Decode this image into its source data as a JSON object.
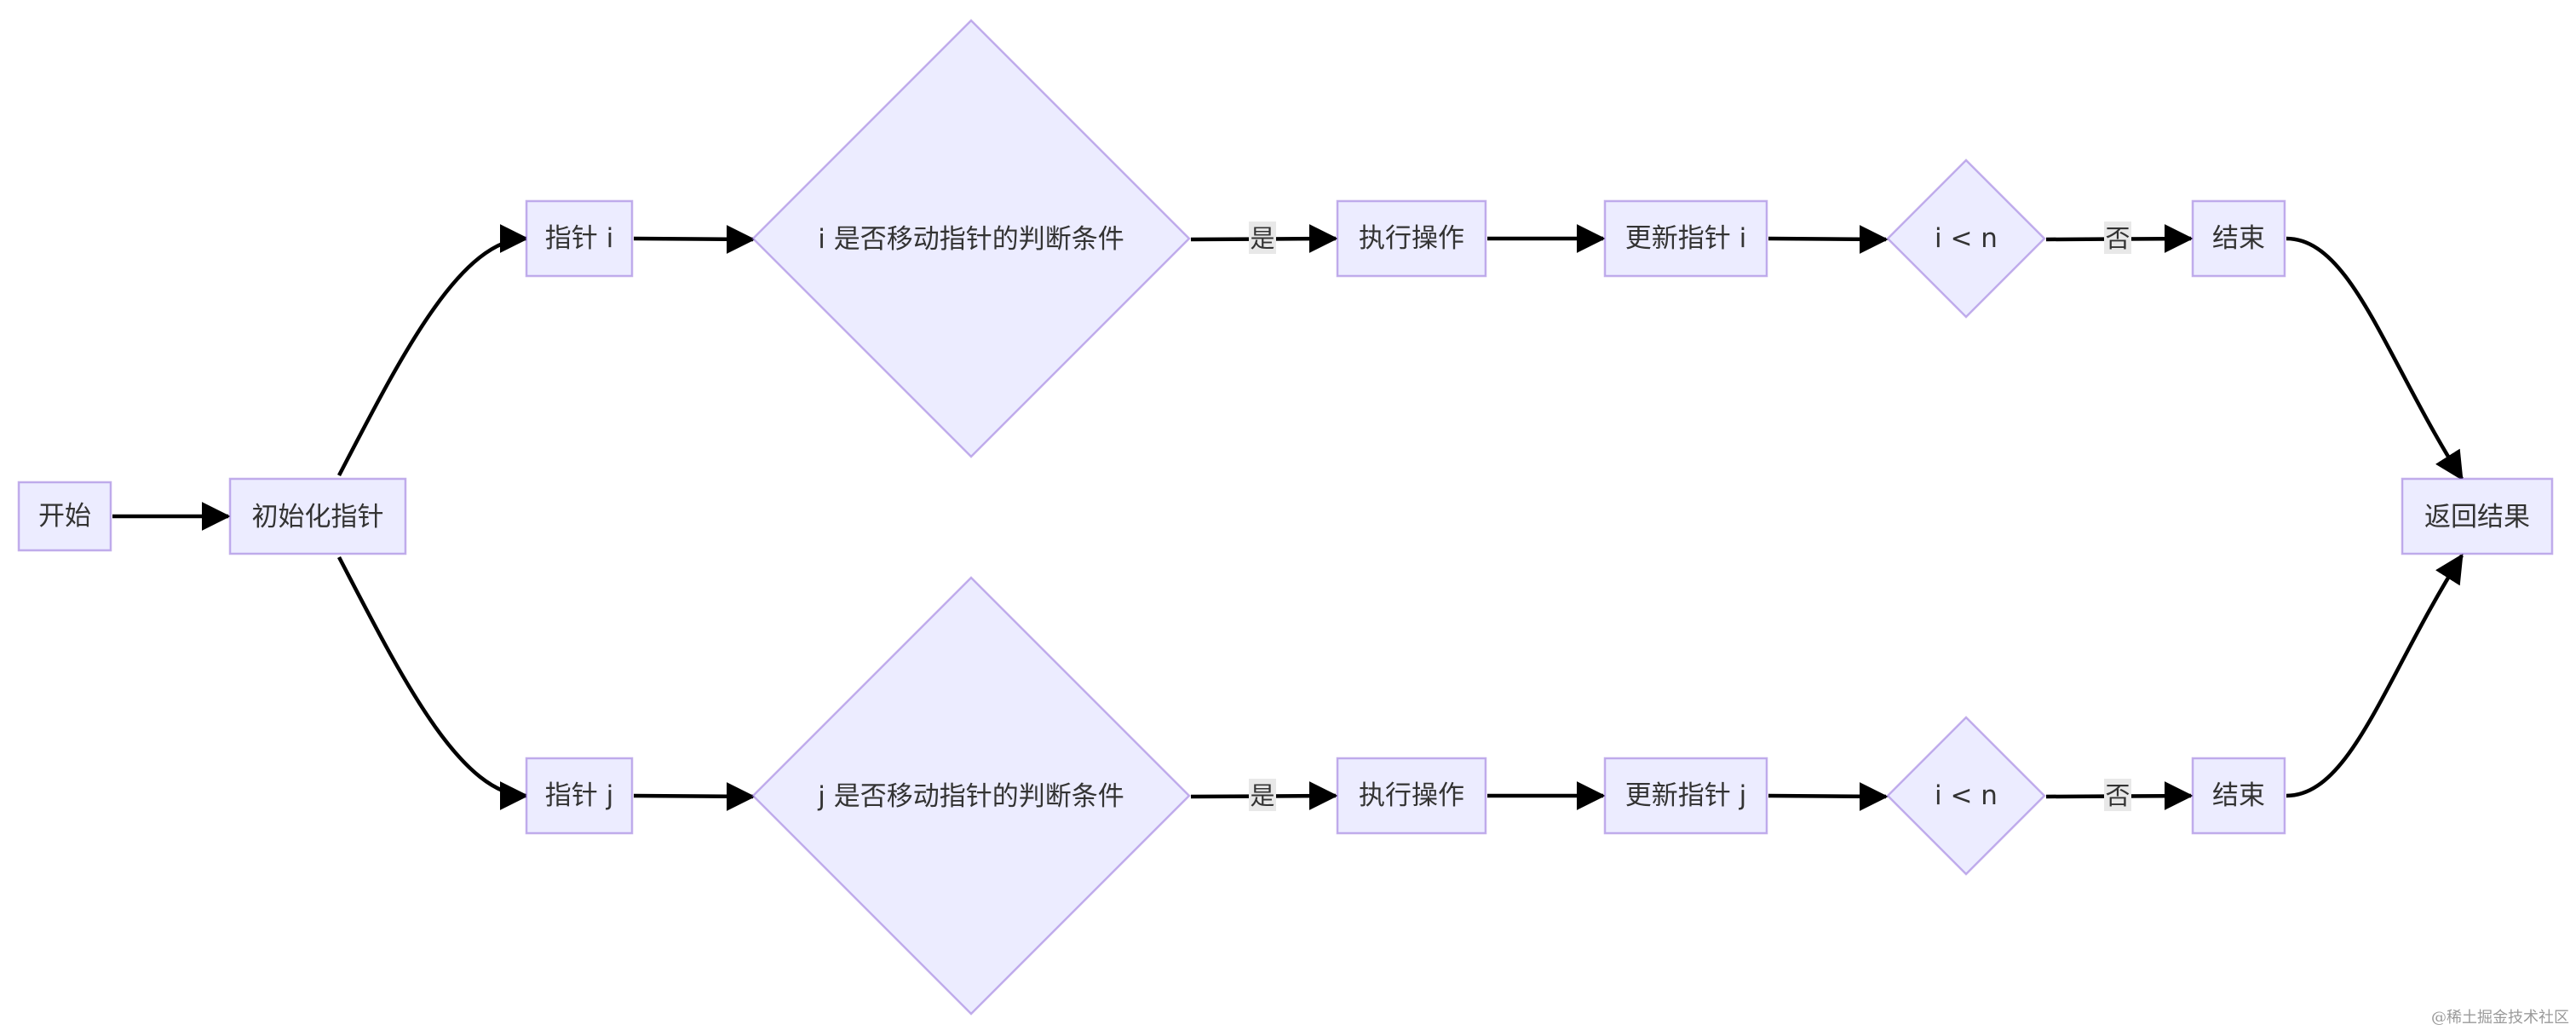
{
  "nodes": {
    "start": "开始",
    "init": "初始化指针",
    "ptr_i": "指针 i",
    "ptr_j": "指针 j",
    "cond_i": "i 是否移动指针的判断条件",
    "cond_j": "j 是否移动指针的判断条件",
    "exec_i": "执行操作",
    "exec_j": "执行操作",
    "update_i": "更新指针 i",
    "update_j": "更新指针 j",
    "check_i": "i < n",
    "check_j": "i < n",
    "end_i": "结束",
    "end_j": "结束",
    "return": "返回结果"
  },
  "edge_labels": {
    "yes_top": "是",
    "yes_bottom": "是",
    "no_top": "否",
    "no_bottom": "否"
  },
  "watermark": "@稀土掘金技术社区"
}
